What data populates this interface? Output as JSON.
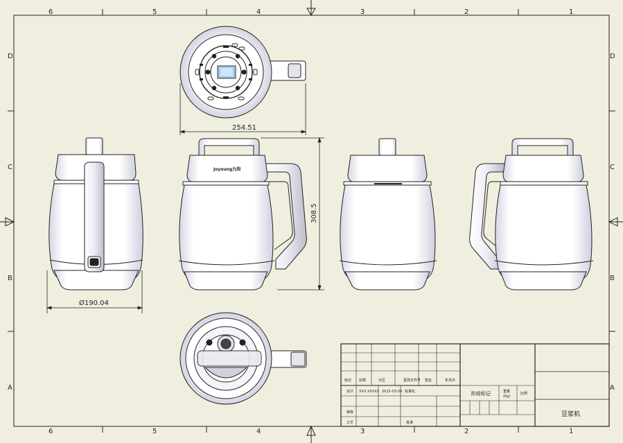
{
  "sheet": {
    "background": "#f0efdf",
    "line_color": "#222222",
    "columns_top": [
      "6",
      "5",
      "4",
      "3",
      "2",
      "1"
    ],
    "columns_bottom": [
      "6",
      "5",
      "4",
      "3",
      "2",
      "1"
    ],
    "rows_left": [
      "D",
      "C",
      "B",
      "A"
    ],
    "rows_right": [
      "D",
      "C",
      "B",
      "A"
    ]
  },
  "dimensions": {
    "top_width": "254.51",
    "height": "308.5",
    "diameter": "Ø190.04"
  },
  "product": {
    "brand_text": "Joyoung九阳"
  },
  "title_block": {
    "r1c1": "标记",
    "r1c2": "处数",
    "r1c3": "分区",
    "r1c4": "更改文件号",
    "r1c5": "签名",
    "r1c6": "年月日",
    "r2c1": "设计",
    "r2c2": "XXX XXXXX",
    "r2c3": "2015-03-09",
    "r2c4": "标准化",
    "r3c1": "审核",
    "r4c1": "工艺",
    "r4c4": "批准",
    "stage_mark": "阶段标记",
    "weight": "重量",
    "weight_unit": "(Kg)",
    "scale": "比例",
    "title": "豆浆机"
  }
}
